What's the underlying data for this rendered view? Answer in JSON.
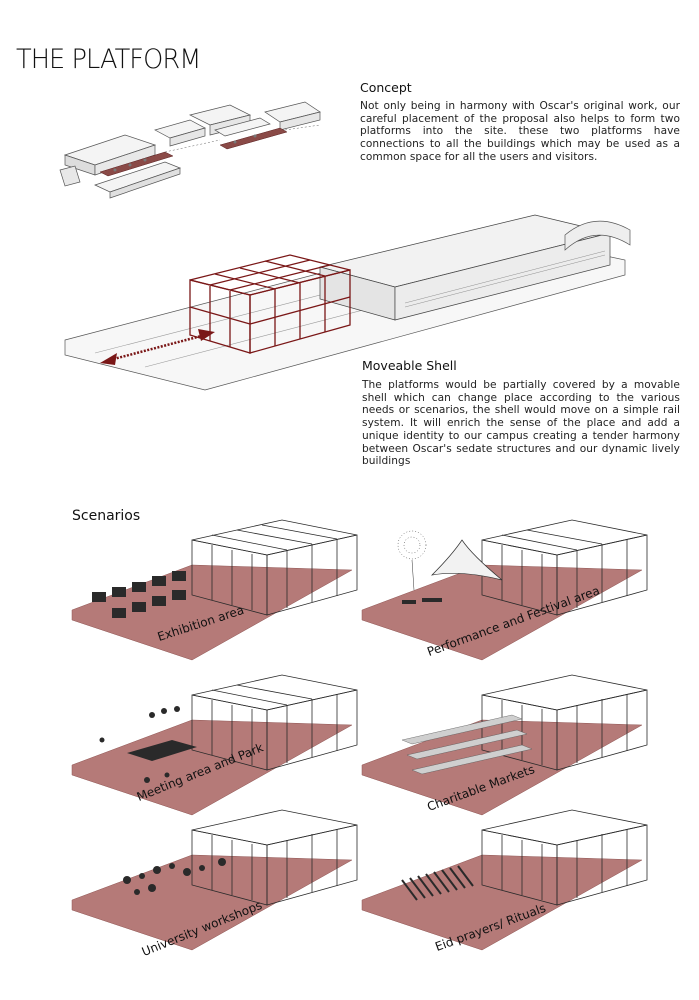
{
  "title": "THE PLATFORM",
  "concept": {
    "heading": "Concept",
    "text": "Not only being in harmony with Oscar's original work, our careful placement of the proposal also helps to form two platforms into the site. these two platforms have connections to all the buildings which may be used as a common space for all the users and visitors."
  },
  "shell": {
    "heading": "Moveable Shell",
    "text": "The platforms would be partially covered by a movable shell which can change place according to the various needs or scenarios, the shell would move on a simple rail system. It will enrich the sense of the place and add a unique identity to our campus creating a tender harmony between Oscar's sedate structures and our dynamic lively buildings"
  },
  "scenarios": {
    "heading": "Scenarios",
    "items": [
      {
        "label": "Exhibition area"
      },
      {
        "label": "Performance and Festival area"
      },
      {
        "label": "Meeting area and Park"
      },
      {
        "label": "Charitable Markets"
      },
      {
        "label": "University workshops"
      },
      {
        "label": "Eid prayers/ Rituals"
      }
    ]
  },
  "colors": {
    "platform": "#b57a78",
    "platform_dark": "#8f5553",
    "frame": "#7a1717",
    "steel": "#2a2a2a",
    "building": "#f2f2f2",
    "outline": "#444444"
  }
}
